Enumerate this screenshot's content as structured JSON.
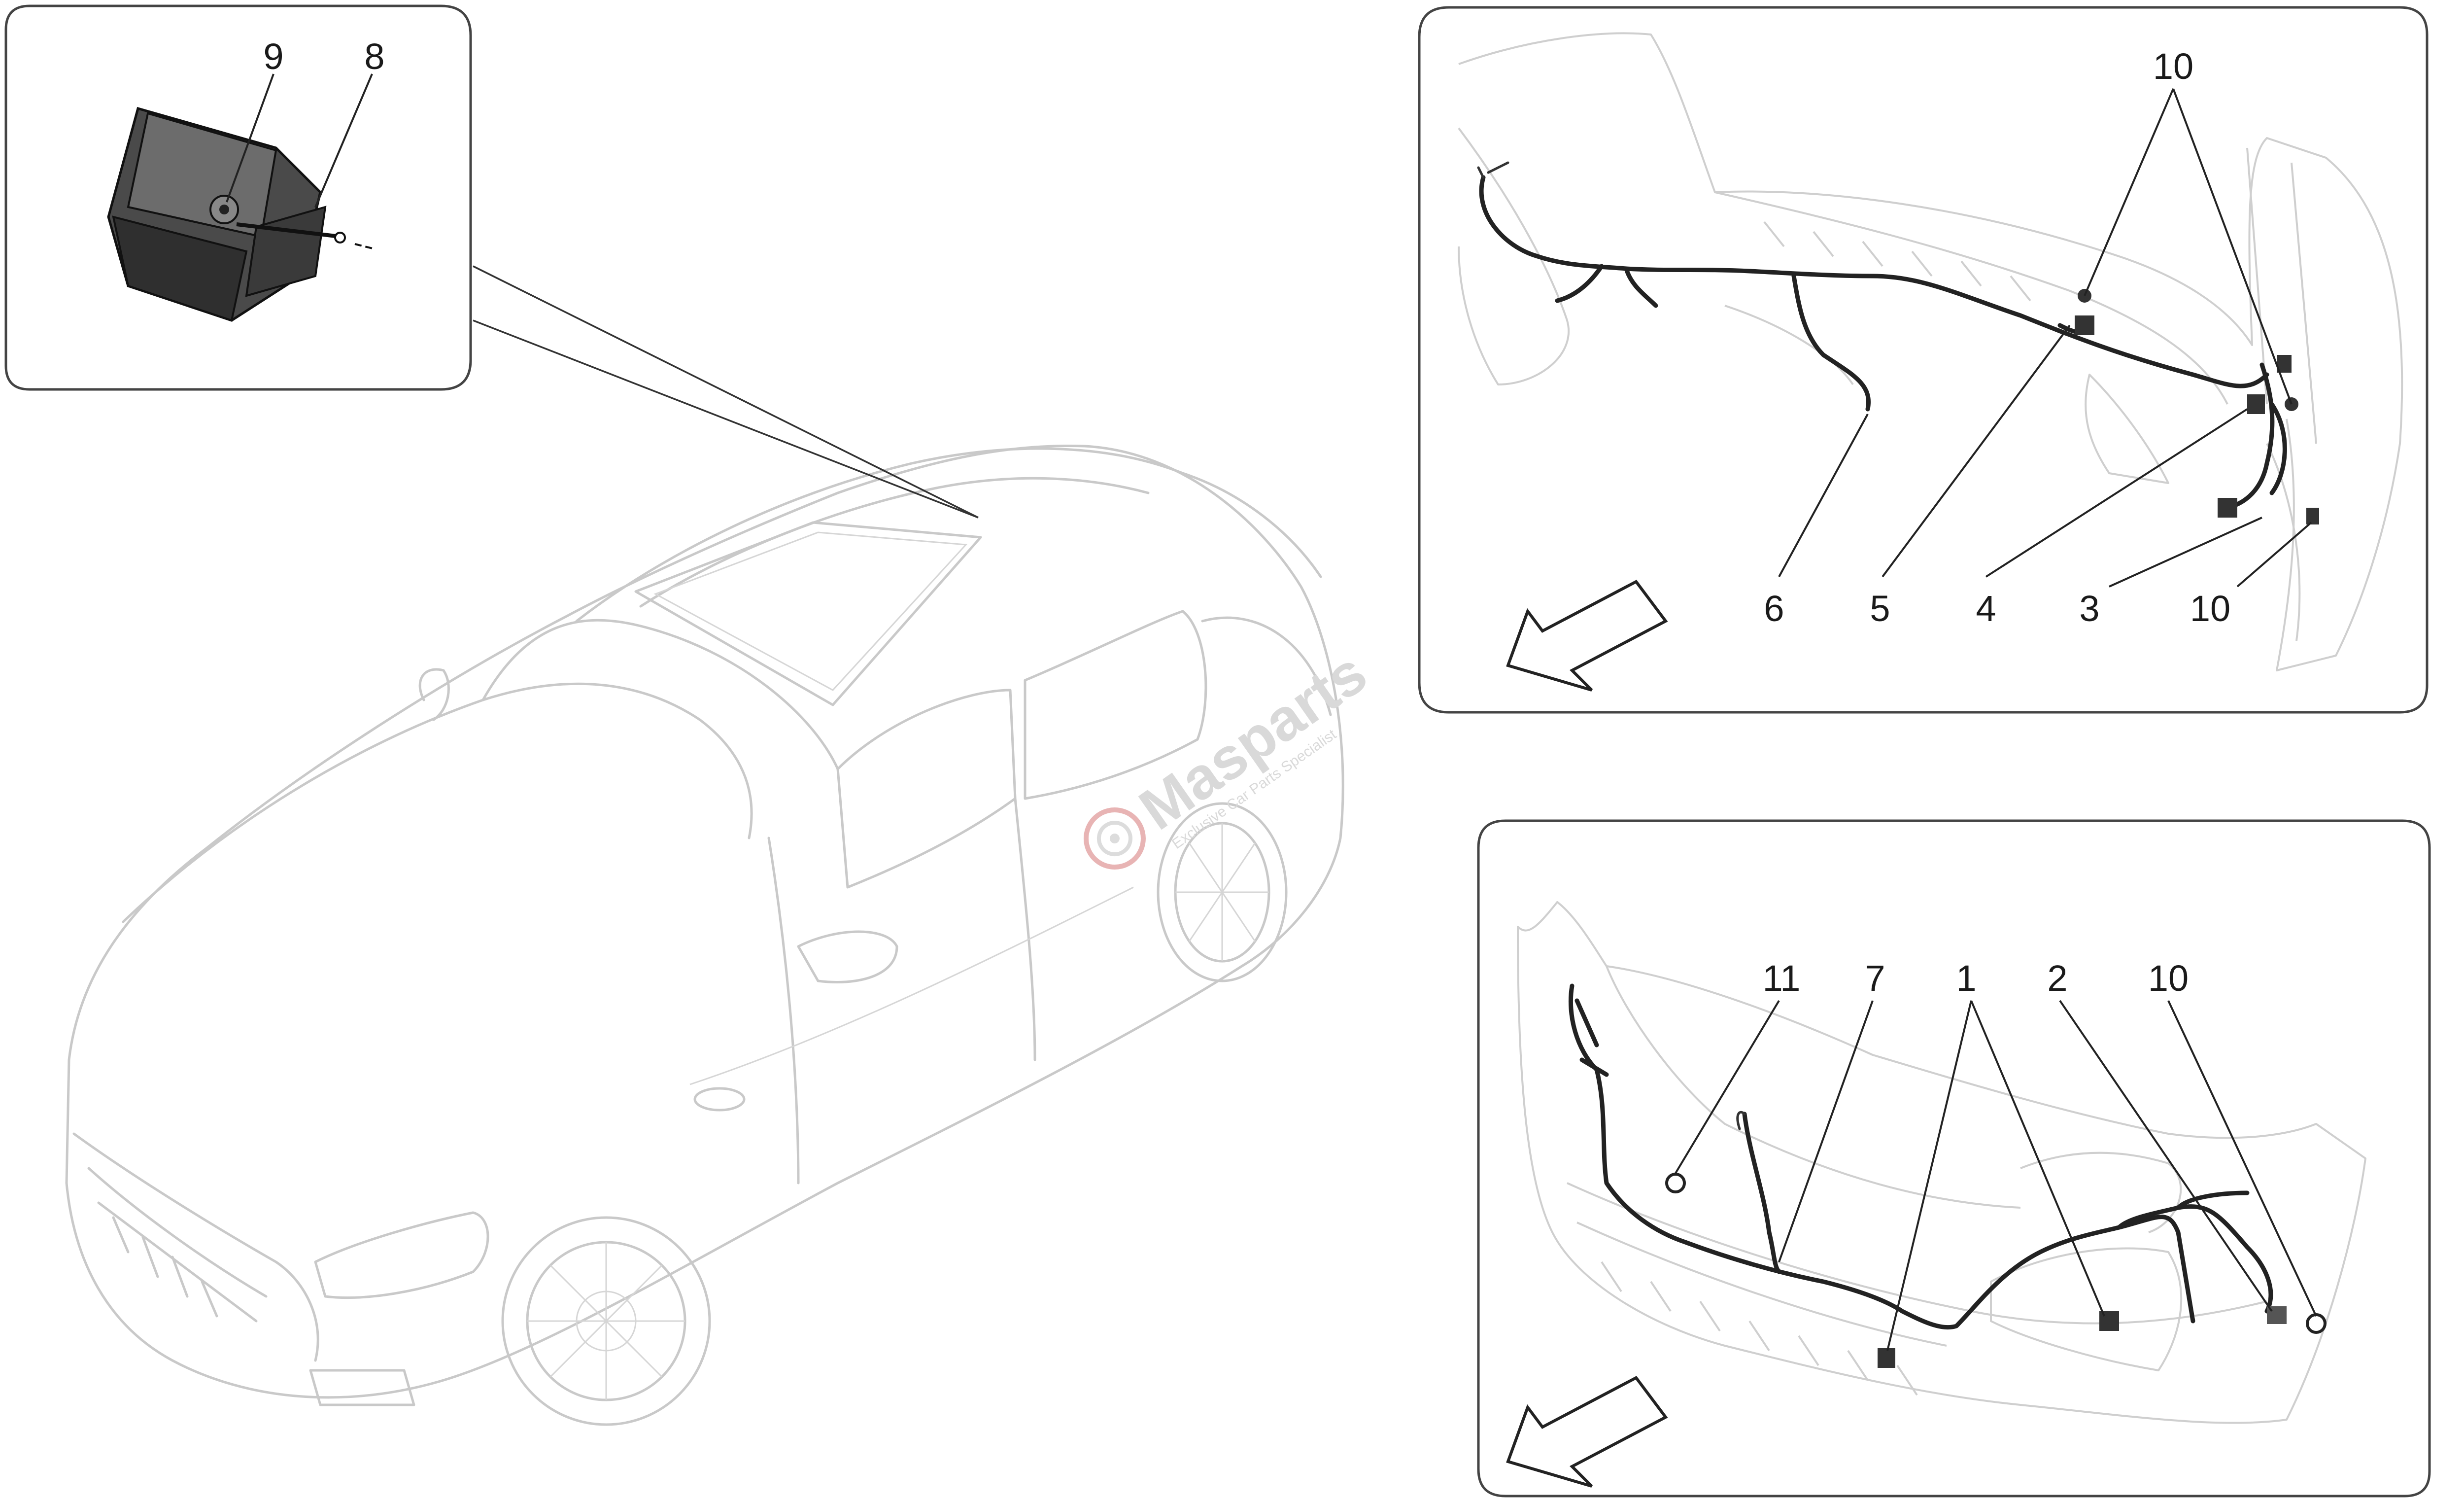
{
  "callouts": {
    "c1": "1",
    "c2": "2",
    "c3": "3",
    "c4": "4",
    "c5": "5",
    "c6": "6",
    "c7": "7",
    "c8": "8",
    "c9": "9",
    "c10a": "10",
    "c10b": "10",
    "c10c": "10",
    "c11": "11"
  },
  "watermark": {
    "brand": "Masparts",
    "tagline": "Exclusive Car Parts Specialist"
  },
  "colors": {
    "outline": "#c9c9c9",
    "ink": "#222222",
    "watermark_accent": "#e8b4b4"
  }
}
